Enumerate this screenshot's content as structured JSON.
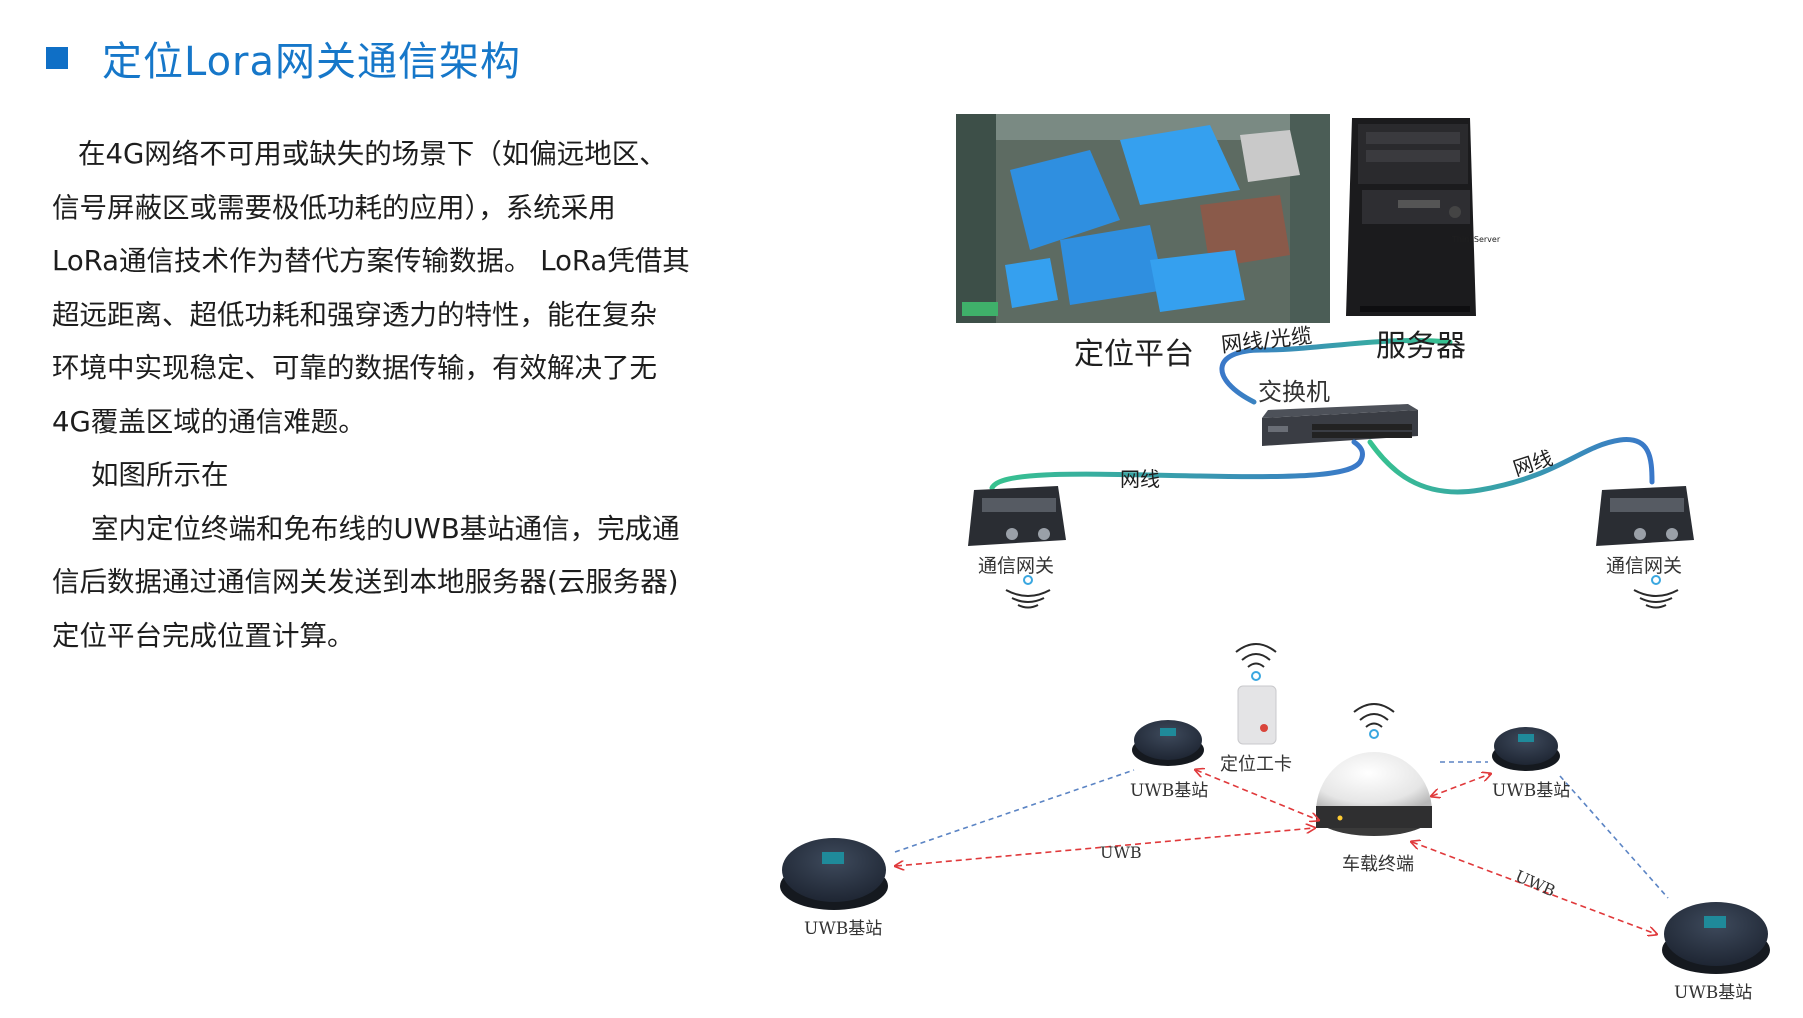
{
  "title": "定位Lora网关通信架构",
  "paragraphs": [
    "在4G网络不可用或缺失的场景下（如偏远地区、",
    "信号屏蔽区或需要极低功耗的应用），系统采用",
    "LoRa通信技术作为替代方案传输数据。 LoRa凭借其",
    "超远距离、超低功耗和强穿透力的特性，能在复杂",
    "环境中实现稳定、可靠的数据传输，有效解决了无",
    "4G覆盖区域的通信难题。",
    "如图所示在",
    "室内定位终端和免布线的UWB基站通信，完成通",
    "信后数据通过通信网关发送到本地服务器(云服务器)",
    "定位平台完成位置计算。"
  ],
  "diagram": {
    "platform_label": "定位平台",
    "server_label": "服务器",
    "server_brand": "ThinkServer",
    "cable_fiber_label": "网线/光缆",
    "switch_label": "交换机",
    "cable_left_label": "网线",
    "cable_right_label": "网线",
    "gateway_left_label": "通信网关",
    "gateway_right_label": "通信网关",
    "workcard_label": "定位工卡",
    "vehicle_terminal_label": "车载终端",
    "uwb_station_top_left_label": "UWB基站",
    "uwb_station_top_right_label": "UWB基站",
    "uwb_station_bottom_left_label": "UWB基站",
    "uwb_station_bottom_right_label": "UWB基站",
    "uwb_link_left_label": "UWB",
    "uwb_link_right_label": "UWB"
  },
  "colors": {
    "title": "#1677c9",
    "accent_square": "#0f6fc6",
    "cable_blue": "#3a78c9",
    "cable_green": "#37c28f",
    "uwb_arrow": "#e0393b",
    "uwb_dashed": "#5b84c4"
  }
}
